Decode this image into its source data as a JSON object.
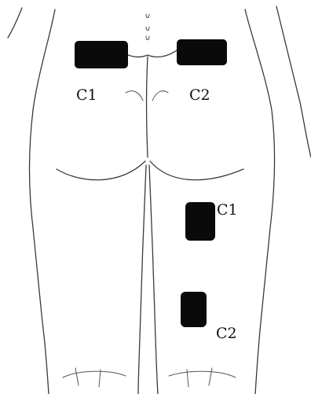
{
  "diagram": {
    "pad_color": "#0a0a0a",
    "line_color": "#3a3a3a",
    "background": "#ffffff",
    "electrodes": [
      {
        "id": "hip-left",
        "label": "C1"
      },
      {
        "id": "hip-right",
        "label": "C2"
      },
      {
        "id": "thigh-upper",
        "label": "C1"
      },
      {
        "id": "thigh-lower",
        "label": "C2"
      }
    ]
  }
}
